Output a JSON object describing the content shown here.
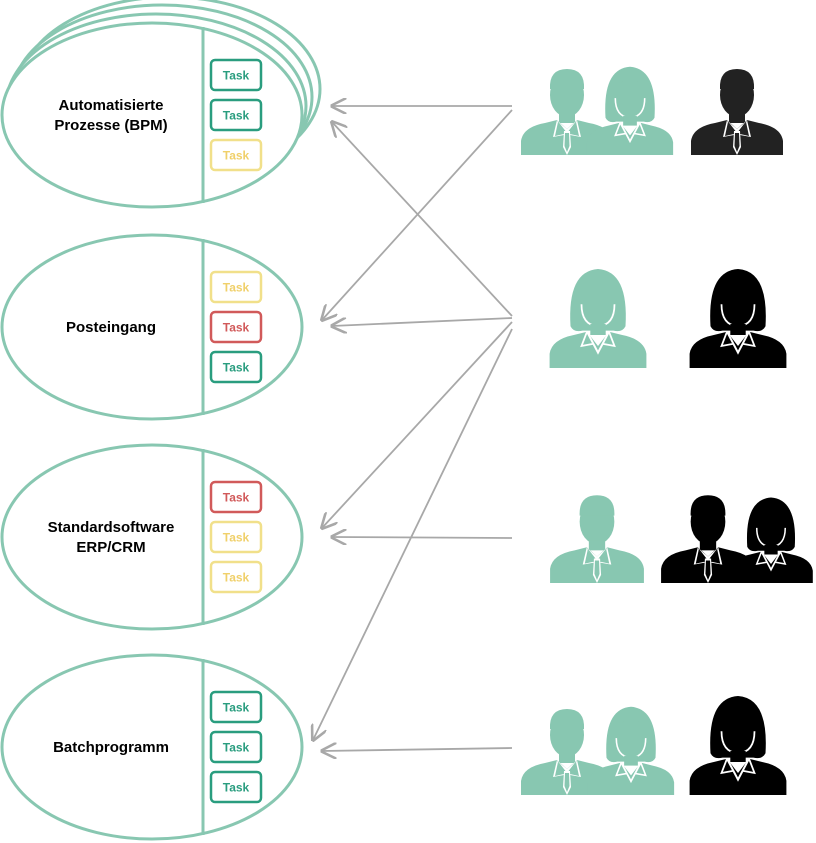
{
  "colors": {
    "teal": "#88c7b1",
    "task_green_text": "#2a9d7f",
    "task_green_border": "#2a9d7f",
    "task_yellow_text": "#f0d06a",
    "task_yellow_border": "#f1e08a",
    "task_red_text": "#d15a5a",
    "task_red_border": "#d15a5a",
    "arrow": "#a8a8a8",
    "person_black": "#000000",
    "person_dark": "#222222"
  },
  "groups": [
    {
      "id": "bpm",
      "title_lines": [
        "Automatisierte",
        "Prozesse (BPM)"
      ],
      "stacked": true,
      "tasks": [
        {
          "label": "Task",
          "status": "green"
        },
        {
          "label": "Task",
          "status": "green"
        },
        {
          "label": "Task",
          "status": "yellow"
        }
      ]
    },
    {
      "id": "posteingang",
      "title_lines": [
        "Posteingang"
      ],
      "stacked": false,
      "tasks": [
        {
          "label": "Task",
          "status": "yellow"
        },
        {
          "label": "Task",
          "status": "red"
        },
        {
          "label": "Task",
          "status": "green"
        }
      ]
    },
    {
      "id": "standardsoftware",
      "title_lines": [
        "Standardsoftware",
        "ERP/CRM"
      ],
      "stacked": false,
      "tasks": [
        {
          "label": "Task",
          "status": "red"
        },
        {
          "label": "Task",
          "status": "yellow"
        },
        {
          "label": "Task",
          "status": "yellow"
        }
      ]
    },
    {
      "id": "batch",
      "title_lines": [
        "Batchprogramm"
      ],
      "stacked": false,
      "tasks": [
        {
          "label": "Task",
          "status": "green"
        },
        {
          "label": "Task",
          "status": "green"
        },
        {
          "label": "Task",
          "status": "green"
        }
      ]
    }
  ],
  "people_rows": [
    {
      "id": "row-1",
      "figures": [
        {
          "gender": "male",
          "color": "teal"
        },
        {
          "gender": "female",
          "color": "teal"
        },
        {
          "gender": "male",
          "color": "dark"
        }
      ]
    },
    {
      "id": "row-2",
      "figures": [
        {
          "gender": "female",
          "color": "teal"
        },
        {
          "gender": "female",
          "color": "black"
        }
      ]
    },
    {
      "id": "row-3",
      "figures": [
        {
          "gender": "male",
          "color": "teal"
        },
        {
          "gender": "male",
          "color": "black"
        },
        {
          "gender": "female",
          "color": "black"
        }
      ]
    },
    {
      "id": "row-4",
      "figures": [
        {
          "gender": "male",
          "color": "teal"
        },
        {
          "gender": "female",
          "color": "teal"
        },
        {
          "gender": "female",
          "color": "black"
        }
      ]
    }
  ],
  "arrows": [
    {
      "from": "row-1",
      "to": "bpm"
    },
    {
      "from": "row-1",
      "to": "posteingang"
    },
    {
      "from": "row-2",
      "to": "bpm"
    },
    {
      "from": "row-2",
      "to": "posteingang"
    },
    {
      "from": "row-2",
      "to": "standardsoftware"
    },
    {
      "from": "row-2",
      "to": "batch"
    },
    {
      "from": "row-3",
      "to": "standardsoftware"
    },
    {
      "from": "row-4",
      "to": "batch"
    }
  ]
}
